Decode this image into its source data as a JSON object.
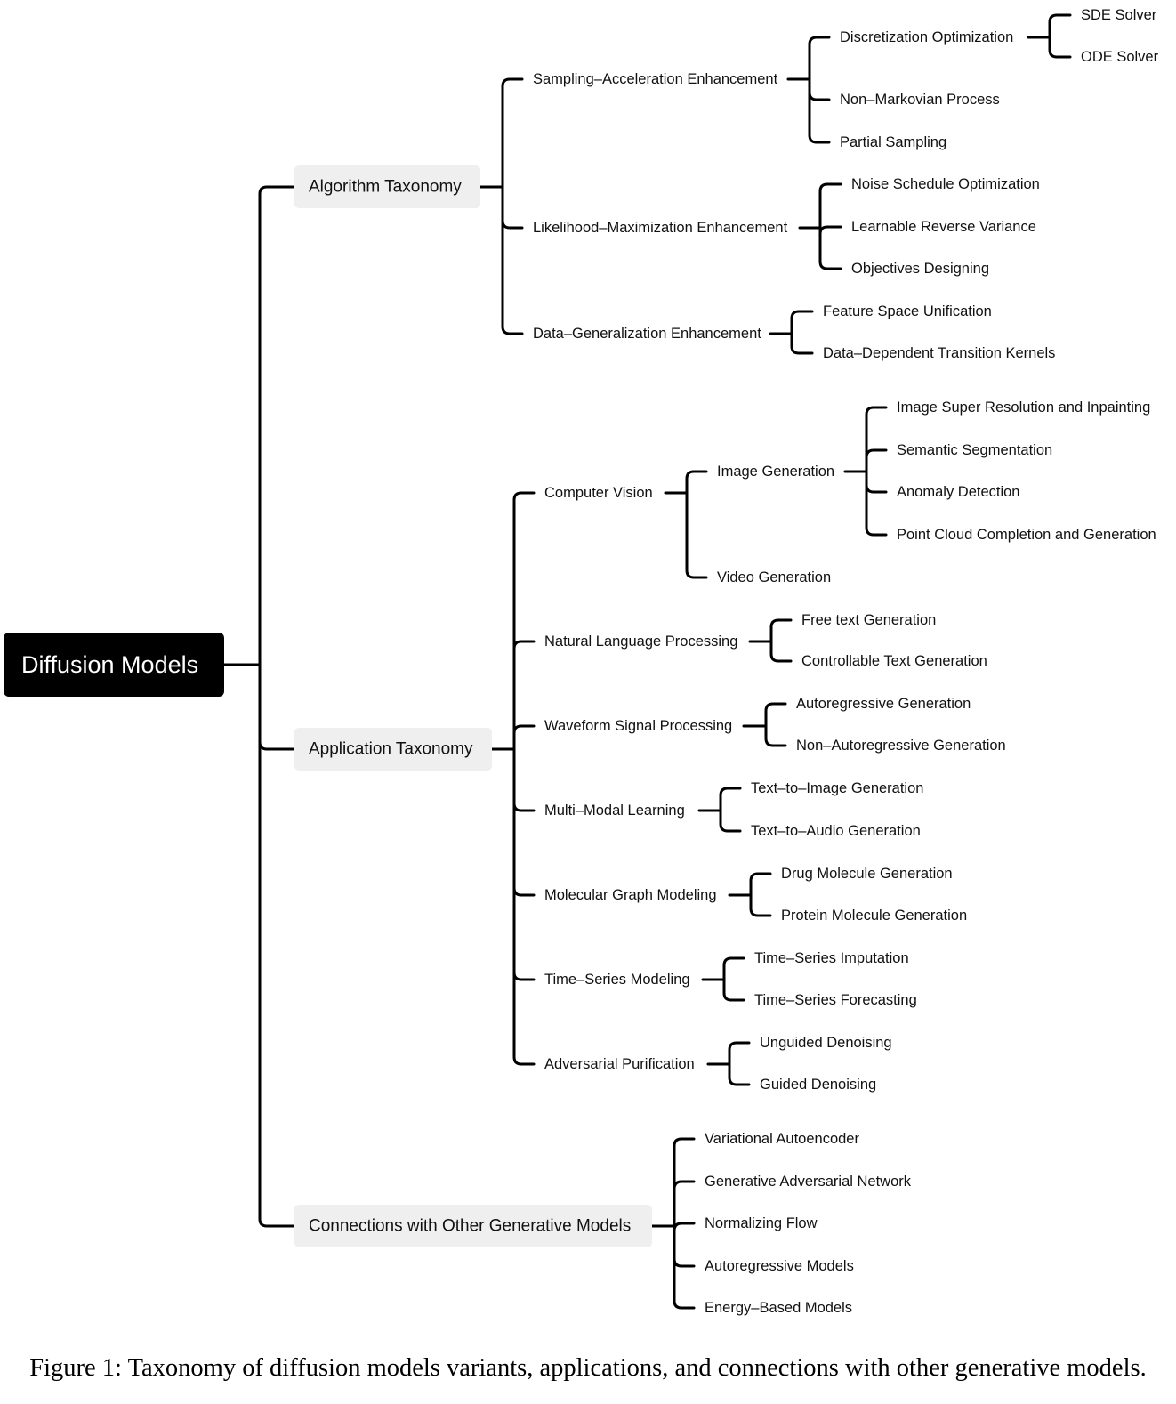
{
  "root": "Diffusion Models",
  "branches": [
    {
      "label": "Algorithm Taxonomy",
      "children": [
        {
          "label": "Sampling–Acceleration Enhancement",
          "children": [
            {
              "label": "Discretization Optimization",
              "children": [
                {
                  "label": "SDE Solver"
                },
                {
                  "label": "ODE Solver"
                }
              ]
            },
            {
              "label": "Non–Markovian Process"
            },
            {
              "label": "Partial Sampling"
            }
          ]
        },
        {
          "label": "Likelihood–Maximization Enhancement",
          "children": [
            {
              "label": "Noise Schedule Optimization"
            },
            {
              "label": "Learnable Reverse Variance"
            },
            {
              "label": "Objectives Designing"
            }
          ]
        },
        {
          "label": "Data–Generalization Enhancement",
          "children": [
            {
              "label": "Feature Space Unification"
            },
            {
              "label": "Data–Dependent Transition Kernels"
            }
          ]
        }
      ]
    },
    {
      "label": "Application Taxonomy",
      "children": [
        {
          "label": "Computer Vision",
          "children": [
            {
              "label": "Image Generation",
              "children": [
                {
                  "label": "Image Super Resolution and Inpainting"
                },
                {
                  "label": "Semantic Segmentation"
                },
                {
                  "label": "Anomaly Detection"
                },
                {
                  "label": "Point Cloud Completion and Generation"
                }
              ]
            },
            {
              "label": "Video Generation"
            }
          ]
        },
        {
          "label": "Natural Language Processing",
          "children": [
            {
              "label": "Free text Generation"
            },
            {
              "label": "Controllable Text Generation"
            }
          ]
        },
        {
          "label": "Waveform Signal Processing",
          "children": [
            {
              "label": "Autoregressive Generation"
            },
            {
              "label": "Non–Autoregressive Generation"
            }
          ]
        },
        {
          "label": "Multi–Modal Learning",
          "children": [
            {
              "label": "Text–to–Image Generation"
            },
            {
              "label": "Text–to–Audio Generation"
            }
          ]
        },
        {
          "label": "Molecular Graph Modeling",
          "children": [
            {
              "label": "Drug Molecule Generation"
            },
            {
              "label": "Protein Molecule Generation"
            }
          ]
        },
        {
          "label": "Time–Series Modeling",
          "children": [
            {
              "label": "Time–Series Imputation"
            },
            {
              "label": "Time–Series Forecasting"
            }
          ]
        },
        {
          "label": "Adversarial Purification",
          "children": [
            {
              "label": "Unguided Denoising"
            },
            {
              "label": "Guided Denoising"
            }
          ]
        }
      ]
    },
    {
      "label": "Connections with Other Generative Models",
      "children": [
        {
          "label": "Variational Autoencoder"
        },
        {
          "label": "Generative Adversarial Network"
        },
        {
          "label": "Normalizing Flow"
        },
        {
          "label": "Autoregressive Models"
        },
        {
          "label": "Energy–Based Models"
        }
      ]
    }
  ],
  "caption": "Figure 1: Taxonomy of diffusion models variants, applications, and connections with other generative models."
}
